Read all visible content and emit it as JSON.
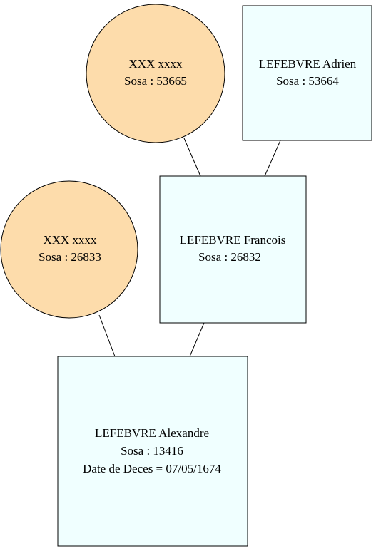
{
  "colors": {
    "female_fill": "#fddcab",
    "male_fill": "#f0ffff",
    "stroke": "#000000"
  },
  "nodes": {
    "mother_of_francois": {
      "shape": "circle",
      "name": "XXX xxxx",
      "sosa": "Sosa : 53665"
    },
    "father_of_francois": {
      "shape": "box",
      "name": "LEFEBVRE Adrien",
      "sosa": "Sosa : 53664"
    },
    "mother_of_alexandre": {
      "shape": "circle",
      "name": "XXX xxxx",
      "sosa": "Sosa : 26833"
    },
    "francois": {
      "shape": "box",
      "name": "LEFEBVRE Francois",
      "sosa": "Sosa : 26832"
    },
    "alexandre": {
      "shape": "box",
      "name": "LEFEBVRE Alexandre",
      "sosa": "Sosa : 13416",
      "death": "Date de Deces = 07/05/1674"
    }
  },
  "edges": [
    {
      "from": "mother_of_francois",
      "to": "francois"
    },
    {
      "from": "father_of_francois",
      "to": "francois"
    },
    {
      "from": "mother_of_alexandre",
      "to": "alexandre"
    },
    {
      "from": "francois",
      "to": "alexandre"
    }
  ]
}
